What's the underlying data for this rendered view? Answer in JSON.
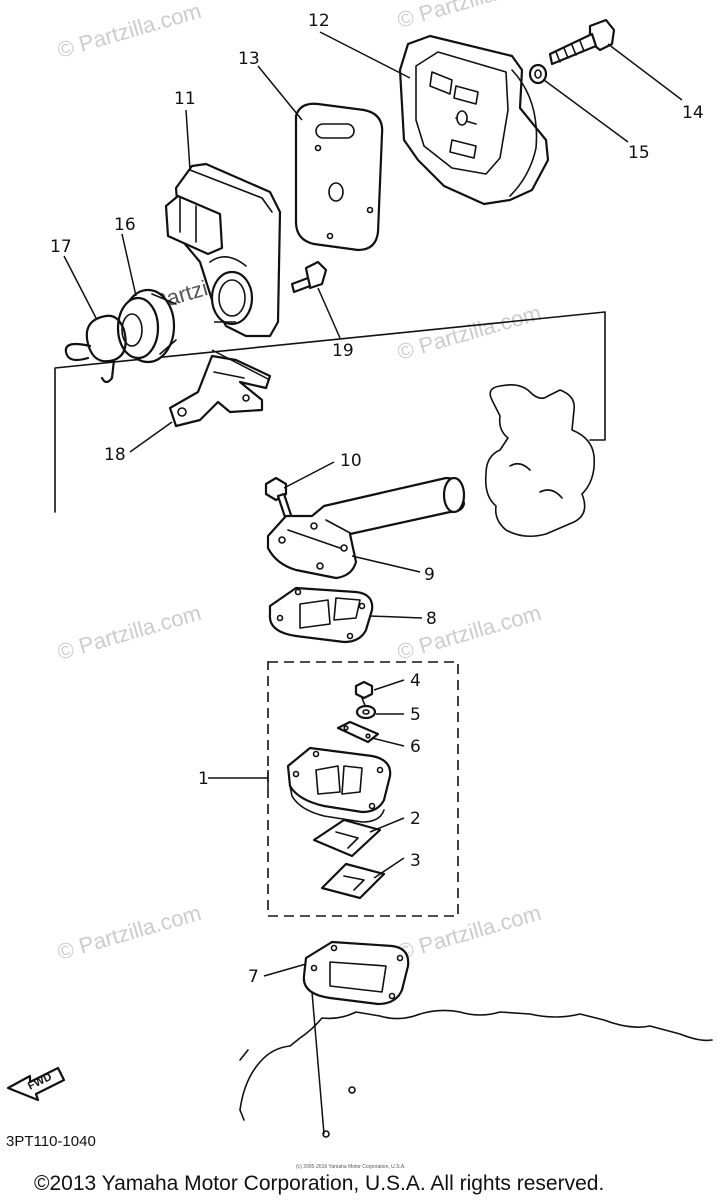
{
  "callouts": [
    {
      "id": "p12",
      "label": "12"
    },
    {
      "id": "p13",
      "label": "13"
    },
    {
      "id": "p11",
      "label": "11"
    },
    {
      "id": "p14",
      "label": "14"
    },
    {
      "id": "p15",
      "label": "15"
    },
    {
      "id": "p16",
      "label": "16"
    },
    {
      "id": "p17",
      "label": "17"
    },
    {
      "id": "p19",
      "label": "19"
    },
    {
      "id": "p18",
      "label": "18"
    },
    {
      "id": "p10",
      "label": "10"
    },
    {
      "id": "p9",
      "label": "9"
    },
    {
      "id": "p8",
      "label": "8"
    },
    {
      "id": "p4",
      "label": "4"
    },
    {
      "id": "p5",
      "label": "5"
    },
    {
      "id": "p6",
      "label": "6"
    },
    {
      "id": "p1",
      "label": "1"
    },
    {
      "id": "p2",
      "label": "2"
    },
    {
      "id": "p3",
      "label": "3"
    },
    {
      "id": "p7",
      "label": "7"
    }
  ],
  "watermark": "© Partzilla.com",
  "watermark_inline": "Partzilla.com",
  "fwd_label": "FWD",
  "diagram_ref": "3PT110-1040",
  "small_copyright": "(c) 2005-2016 Yamaha Motor Corporation, U.S.A.",
  "copyright": "©2013 Yamaha Motor Corporation, U.S.A. All rights reserved."
}
